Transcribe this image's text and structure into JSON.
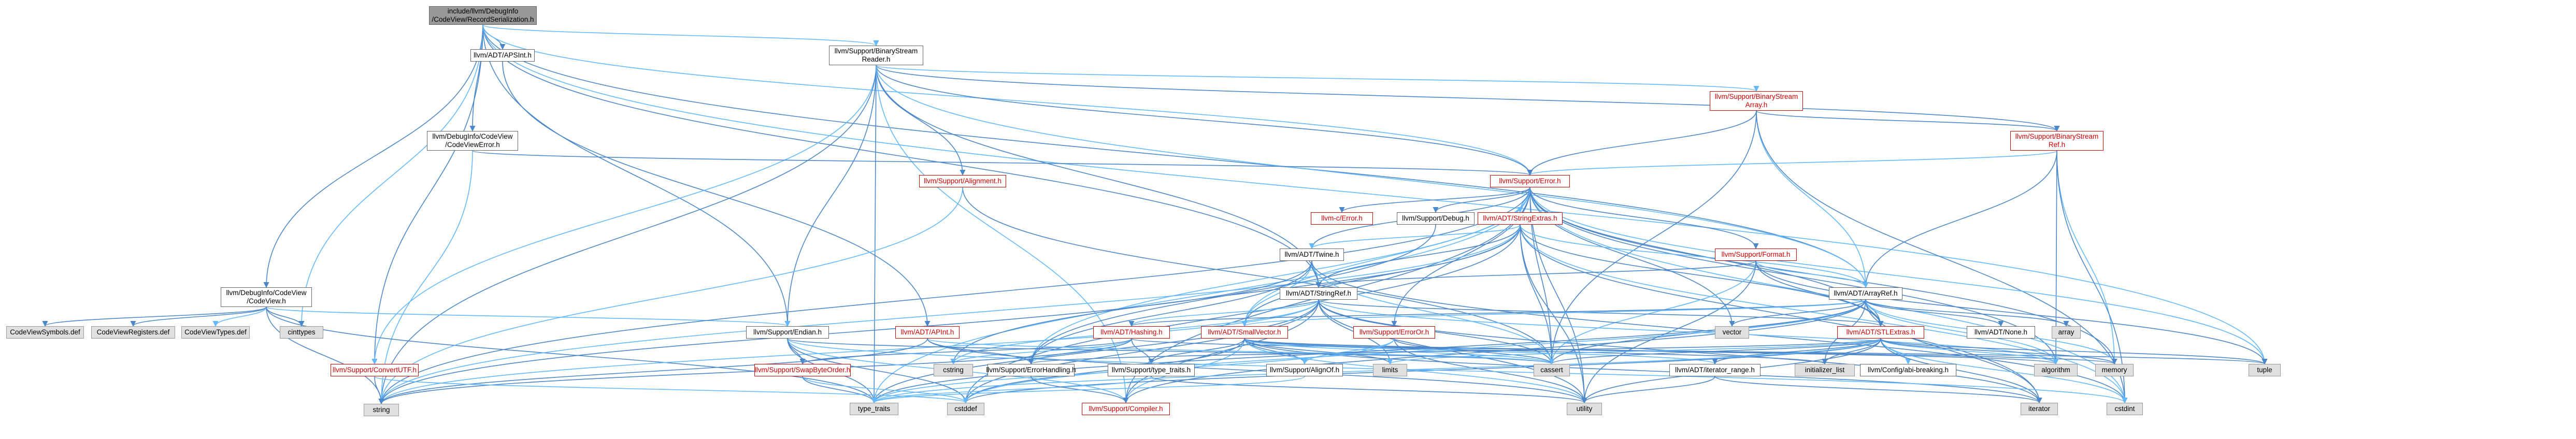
{
  "colors": {
    "edge_default": "#4c87c9",
    "edge_alt": "#63b8ff",
    "node_root": "#999999",
    "node_system": "#e0e0e0",
    "node_border": "#666666",
    "node_truncated": "#cc0000"
  },
  "nodes": {
    "root": "include/llvm/DebugInfo\n/CodeView/RecordSerialization.h",
    "apsint": "llvm/ADT/APSInt.h",
    "binarystreamreader": "llvm/Support/BinaryStream\nReader.h",
    "codeviewerror": "llvm/DebugInfo/CodeView\n/CodeViewError.h",
    "codeview": "llvm/DebugInfo/CodeView\n/CodeView.h",
    "codeviewsymbols": "CodeViewSymbols.def",
    "codeviewregisters": "CodeViewRegisters.def",
    "codeviewtypes": "CodeViewTypes.def",
    "cinttypes": "cinttypes",
    "convertutf": "llvm/Support/ConvertUTF.h",
    "string": "string",
    "endian": "llvm/Support/Endian.h",
    "apint": "llvm/ADT/APInt.h",
    "swapbyteorder": "llvm/Support/SwapByteOrder.h",
    "cstring": "cstring",
    "alignment": "llvm/Support/Alignment.h",
    "binarystreamarray": "llvm/Support/BinaryStream\nArray.h",
    "binarystreamref": "llvm/Support/BinaryStream\nRef.h",
    "error": "llvm/Support/Error.h",
    "llvmcerror": "llvm-c/Error.h",
    "debug": "llvm/Support/Debug.h",
    "stringextras": "llvm/ADT/StringExtras.h",
    "format": "llvm/Support/Format.h",
    "twine": "llvm/ADT/Twine.h",
    "stringref": "llvm/ADT/StringRef.h",
    "hashing": "llvm/ADT/Hashing.h",
    "smallvector": "llvm/ADT/SmallVector.h",
    "erroror": "llvm/Support/ErrorOr.h",
    "arrayref": "llvm/ADT/ArrayRef.h",
    "vector": "vector",
    "array": "array",
    "stlextras": "llvm/ADT/STLExtras.h",
    "none": "llvm/ADT/None.h",
    "errorhandling": "llvm/Support/ErrorHandling.h",
    "typetraits": "llvm/Support/type_traits.h",
    "alignof": "llvm/Support/AlignOf.h",
    "iteratorrange": "llvm/ADT/iterator_range.h",
    "initializerlist": "initializer_list",
    "configabibreaking": "llvm/Config/abi-breaking.h",
    "limits": "limits",
    "cassert": "cassert",
    "algorithm": "algorithm",
    "memory": "memory",
    "tuple": "tuple",
    "iterator": "iterator",
    "utility": "utility",
    "cstdint": "cstdint",
    "type_traits": "type_traits",
    "cstddef": "cstddef",
    "compiler": "llvm/Support/Compiler.h"
  }
}
